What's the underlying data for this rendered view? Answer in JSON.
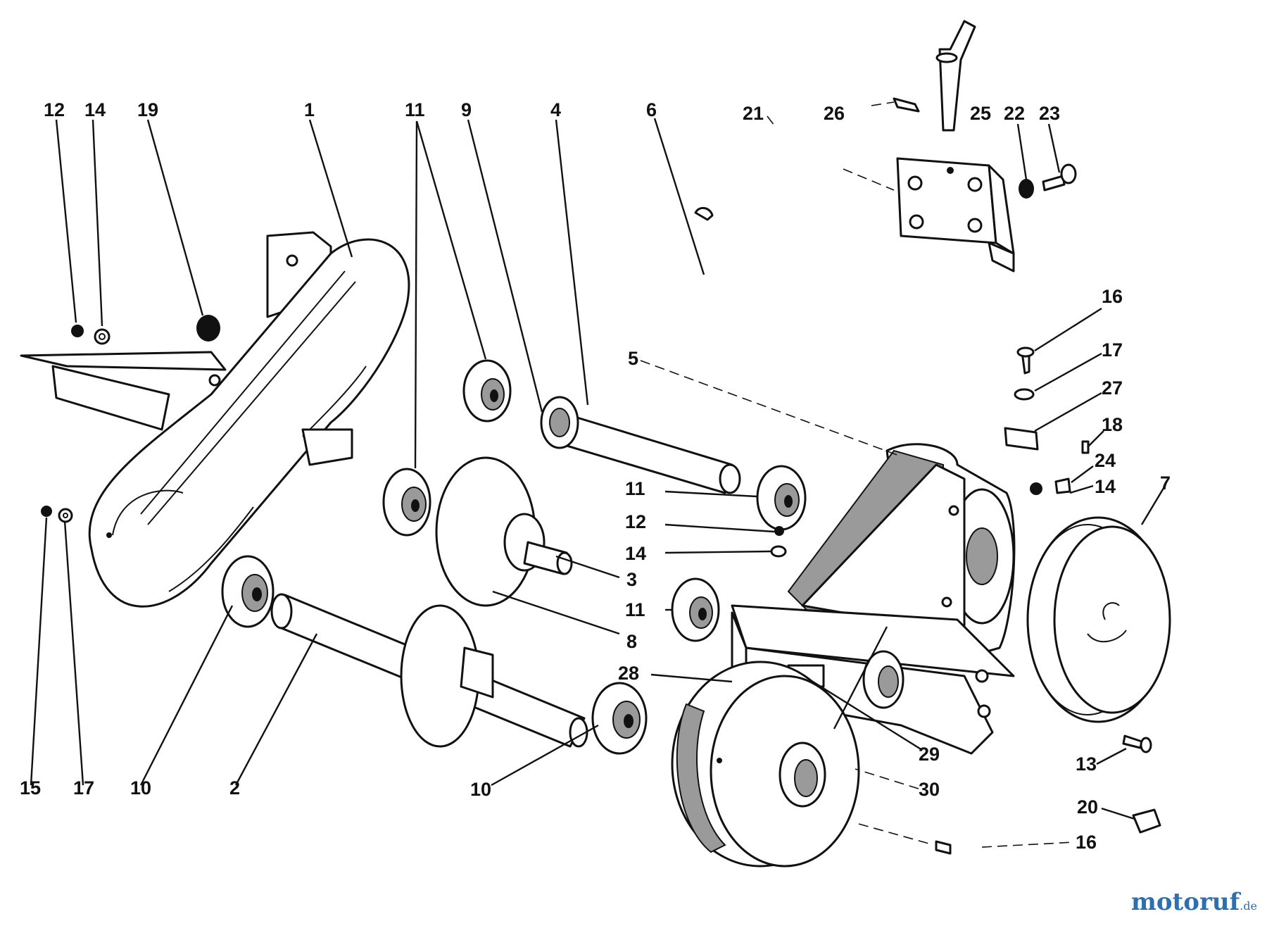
{
  "diagram": {
    "labels": [
      "12",
      "14",
      "19",
      "1",
      "11",
      "9",
      "4",
      "6",
      "21",
      "26",
      "25",
      "22",
      "23",
      "16",
      "17",
      "27",
      "18",
      "24",
      "14",
      "7",
      "5",
      "11",
      "12",
      "14",
      "3",
      "11",
      "8",
      "28",
      "29",
      "30",
      "10",
      "2",
      "10",
      "15",
      "17",
      "13",
      "20",
      "16"
    ]
  },
  "watermark": {
    "main": "motoruf",
    "tld": ".de"
  }
}
